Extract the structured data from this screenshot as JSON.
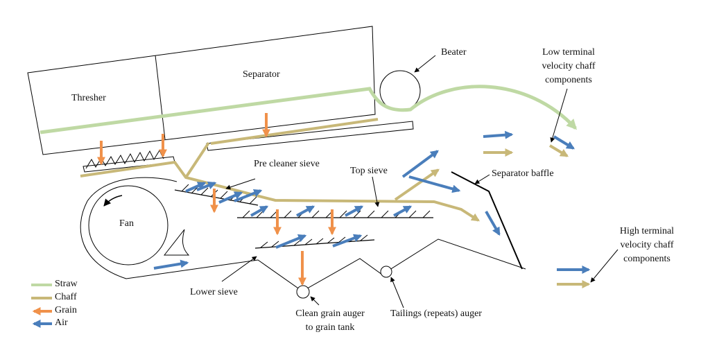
{
  "colors": {
    "straw": "#bfd9a4",
    "chaff": "#c8b878",
    "grain": "#f0914a",
    "air": "#4a7ebb",
    "outline": "#000000"
  },
  "labels": {
    "thresher": "Thresher",
    "separator": "Separator",
    "beater": "Beater",
    "low_chaff": [
      "Low terminal",
      "velocity chaff",
      "components"
    ],
    "pre_cleaner_sieve": "Pre cleaner sieve",
    "top_sieve": "Top sieve",
    "separator_baffle": "Separator baffle",
    "fan": "Fan",
    "high_chaff": [
      "High terminal",
      "velocity chaff",
      "components"
    ],
    "lower_sieve": "Lower sieve",
    "clean_grain_auger": [
      "Clean grain auger",
      "to grain tank"
    ],
    "tailings_auger": "Tailings (repeats) auger"
  },
  "legend": [
    {
      "label": "Straw",
      "color": "#bfd9a4",
      "icon": "straw-line"
    },
    {
      "label": "Chaff",
      "color": "#c8b878",
      "icon": "chaff-line"
    },
    {
      "label": "Grain",
      "color": "#f0914a",
      "icon": "grain-arrow-icon"
    },
    {
      "label": "Air",
      "color": "#4a7ebb",
      "icon": "air-arrow-icon"
    }
  ]
}
